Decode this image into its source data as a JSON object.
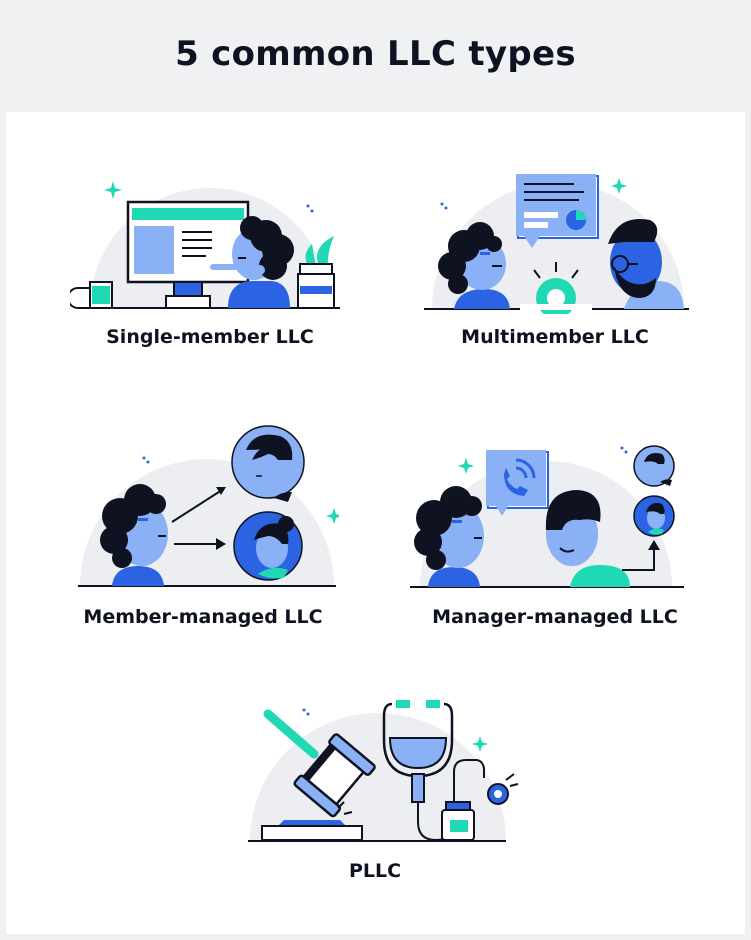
{
  "title": "5 common LLC types",
  "items": [
    {
      "label": "Single-member LLC"
    },
    {
      "label": "Multimember LLC"
    },
    {
      "label": "Member-managed LLC"
    },
    {
      "label": "Manager-managed LLC"
    },
    {
      "label": "PLLC"
    }
  ],
  "colors": {
    "ink": "#0f1220",
    "blue": "#2b63e3",
    "light_blue": "#8ab0f5",
    "teal": "#1fd8b4",
    "gray": "#eceef1"
  }
}
